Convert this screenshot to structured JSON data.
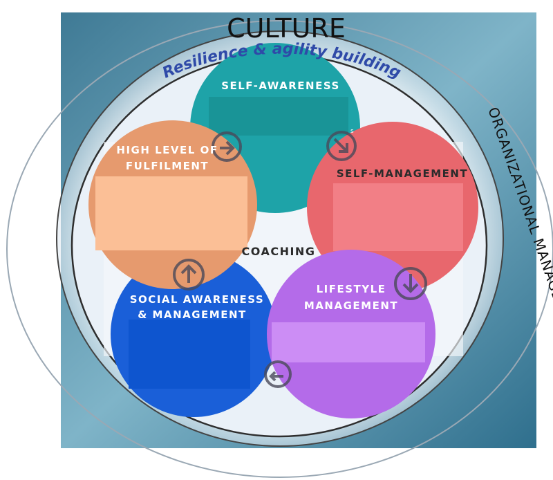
{
  "title": "CULTURE",
  "outer_arc_text": "Resilience & agility building",
  "side_text": "ORGANIZATIONAL MANAGEMENT",
  "center_label": "COACHING",
  "circles": [
    {
      "id": "self-awareness",
      "lines": [
        "SELF-AWARENESS"
      ],
      "color": "#1ea3a8"
    },
    {
      "id": "self-management",
      "lines": [
        "SELF-MANAGEMENT"
      ],
      "color": "#e86f76"
    },
    {
      "id": "lifestyle-management",
      "lines": [
        "LIFESTYLE",
        "MANAGEMENT"
      ],
      "color": "#b26ae8"
    },
    {
      "id": "social-awareness",
      "lines": [
        "SOCIAL AWARENESS",
        "& MANAGEMENT"
      ],
      "color": "#1a5fd8"
    },
    {
      "id": "fulfilment",
      "lines": [
        "HIGH LEVEL OF",
        "FULFILMENT"
      ],
      "color": "#e9a26f"
    }
  ],
  "stray_mark": "s",
  "colors": {
    "background_square": "#4f8fa8",
    "inner_disc": "#e8f0f8",
    "ring": "#333333",
    "arc_text": "#2f4aa8"
  },
  "icons": [
    "arrow-right-circle-icon",
    "arrow-down-right-circle-icon",
    "arrow-down-circle-icon",
    "arrow-up-circle-icon"
  ]
}
